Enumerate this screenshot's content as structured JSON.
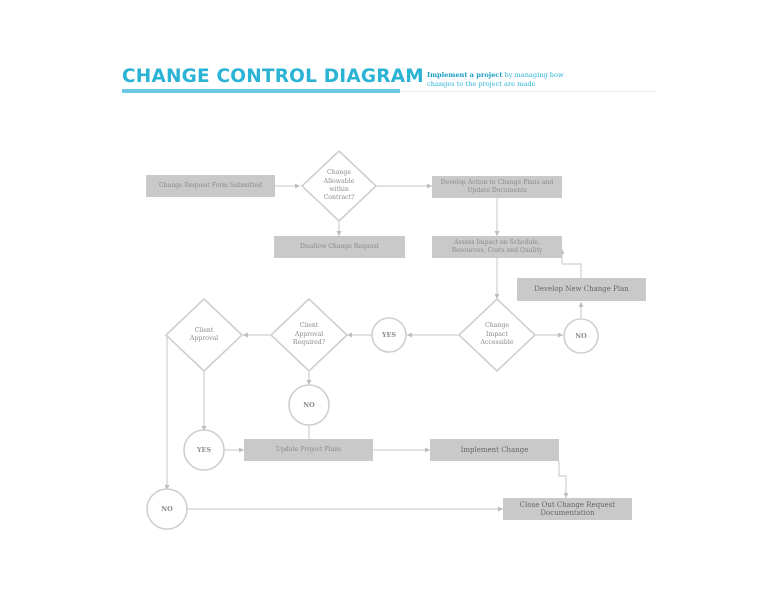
{
  "header": {
    "title": "CHANGE CONTROL DIAGRAM",
    "subtitle_bold": "Implement a project",
    "subtitle_rest": " by managing how changes to the project are made"
  },
  "nodes": {
    "submitted": "Change Request Form Submitted",
    "allowable": "Change Allowable within Contract?",
    "disallow": "Disallow Change Request",
    "develop_action": "Develop Action to Change Plans and Update Documents",
    "assess": "Assess Impact on Schedule, Resources, Costs and Quality",
    "new_plan": "Develop New Change Plan",
    "impact_acc": "Change Impact Accessible",
    "no_right": "NO",
    "yes_mid": "YES",
    "approval_req": "Client Approval Required?",
    "client_appr": "Client Approval",
    "no_mid": "NO",
    "yes_left": "YES",
    "update_plans": "Update Project Plans",
    "implement": "Implement Change",
    "no_left": "NO",
    "closeout": "Close Out Change Request Documentation"
  },
  "colors": {
    "accent": "#2bb3d6",
    "box_fill": "#c9c9c9",
    "shape_stroke": "#cfcfcf",
    "connector": "#c4c4c4",
    "text": "#8a8a8a"
  }
}
